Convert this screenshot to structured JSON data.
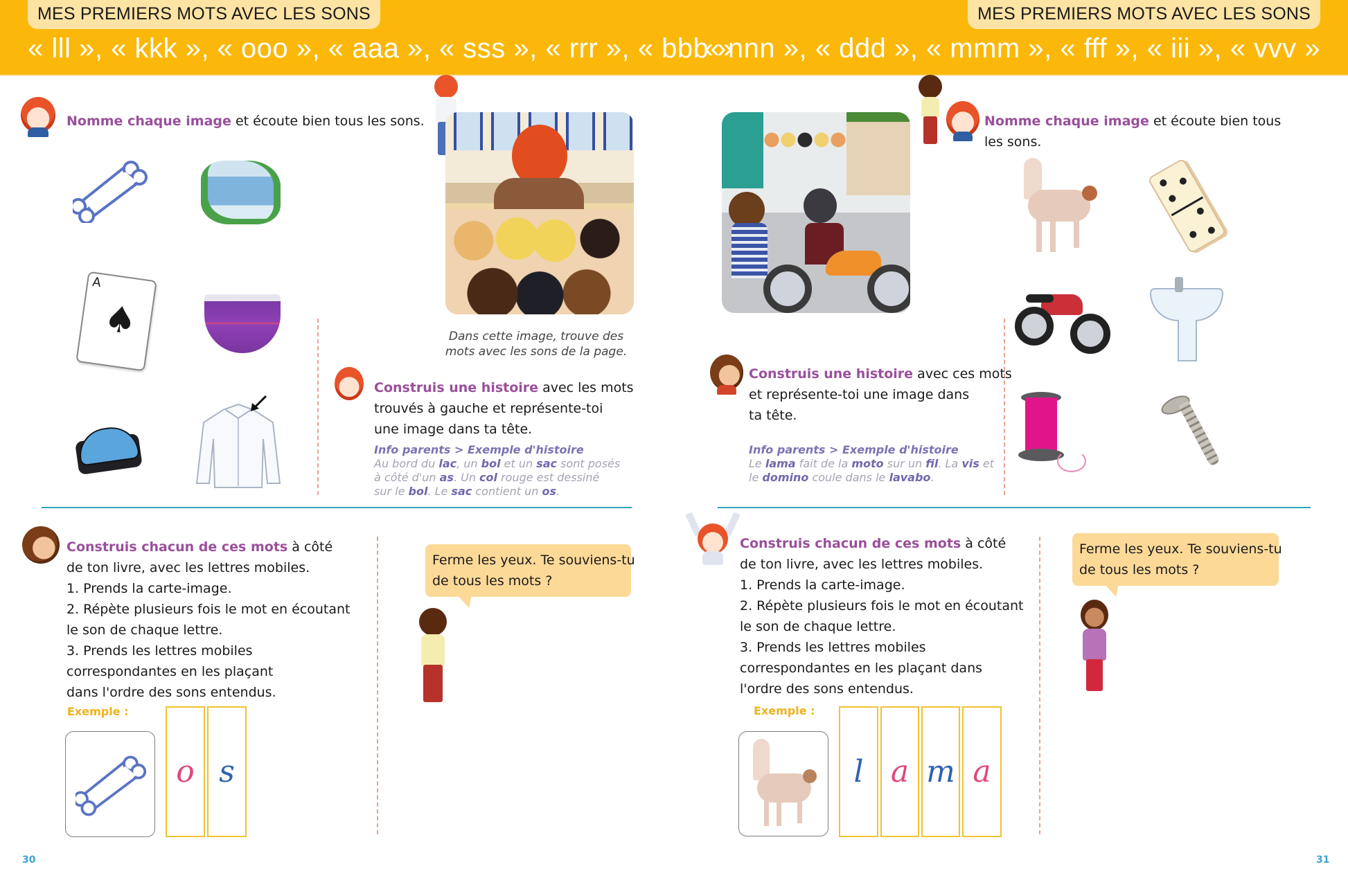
{
  "header": {
    "left": {
      "section_tab": "MES PREMIERS MOTS AVEC LES SONS",
      "sounds": "« lll », « kkk », « ooo », « aaa », « sss », « rrr », « bbb »"
    },
    "right": {
      "section_tab": "MES PREMIERS MOTS AVEC LES SONS",
      "sounds": "« nnn », « ddd », « mmm », « fff », « iii », « vvv »"
    }
  },
  "colors": {
    "header_band": "#fbb80a",
    "header_tab": "#fde3a4",
    "highlight": "#9a4f9b",
    "info_title": "#7a73b3",
    "divider": "#2aa7b5",
    "bubble": "#fdd998",
    "letter_box_border": "#f1c232",
    "exemple": "#f0b21c",
    "page_number": "#3aa3d4",
    "cursive_pink": "#e0477a",
    "cursive_blue": "#2f63b0"
  },
  "left_page": {
    "page_number": "30",
    "name_images": {
      "highlight": "Nomme chaque image",
      "rest": " et écoute bien tous les sons."
    },
    "images": [
      {
        "name": "os",
        "icon": "bone-icon"
      },
      {
        "name": "lac",
        "icon": "lake-icon"
      },
      {
        "name": "as",
        "icon": "ace-of-spades-card-icon"
      },
      {
        "name": "bol",
        "icon": "bowl-icon"
      },
      {
        "name": "sac",
        "icon": "backpack-icon"
      },
      {
        "name": "col",
        "icon": "shirt-collar-icon"
      }
    ],
    "scene_caption": {
      "line1": "Dans cette image, trouve des mots",
      "line2": "avec les sons de la page."
    },
    "story": {
      "highlight": "Construis une histoire",
      "line1_rest": " avec les mots",
      "line2": "trouvés à gauche et représente-toi",
      "line3": "une image dans ta tête."
    },
    "info_parents": {
      "title": "Info parents > Exemple d'histoire",
      "l1": [
        "Au bord du ",
        "lac",
        ", un ",
        "bol",
        " et un ",
        "sac",
        " sont posés"
      ],
      "l2": [
        "à côté d'un ",
        "as",
        ". Un ",
        "col",
        " rouge est dessiné"
      ],
      "l3": [
        "sur le ",
        "bol",
        ". Le ",
        "sac",
        " contient un ",
        "os",
        "."
      ]
    },
    "build": {
      "highlight": "Construis chacun de ces mots",
      "line1_rest": " à côté",
      "lines": [
        "de ton livre, avec les lettres mobiles.",
        "1. Prends la carte-image.",
        "2. Répète plusieurs fois le mot en écoutant",
        "le son de chaque lettre.",
        "3. Prends les lettres mobiles",
        "correspondantes en les plaçant",
        "dans l'ordre des sons entendus."
      ]
    },
    "bubble": {
      "line1": "Ferme les yeux. Te souviens-tu",
      "line2": "de tous les mots ?"
    },
    "example": {
      "label": "Exemple :",
      "word": "os",
      "letters": [
        "o",
        "s"
      ]
    }
  },
  "right_page": {
    "page_number": "31",
    "name_images": {
      "highlight": "Nomme chaque image",
      "line1_rest": " et écoute bien tous",
      "line2": "les sons."
    },
    "images": [
      {
        "name": "lama",
        "icon": "llama-icon"
      },
      {
        "name": "domino",
        "icon": "domino-icon"
      },
      {
        "name": "moto",
        "icon": "motorcycle-icon"
      },
      {
        "name": "lavabo",
        "icon": "sink-icon"
      },
      {
        "name": "fil",
        "icon": "thread-spool-icon"
      },
      {
        "name": "vis",
        "icon": "screw-icon"
      }
    ],
    "story": {
      "highlight": "Construis une histoire",
      "line1_rest": " avec ces mots",
      "line2": "et représente-toi une image dans",
      "line3": "ta tête."
    },
    "info_parents": {
      "title": "Info parents > Exemple d'histoire",
      "l1": [
        "Le ",
        "lama",
        " fait de la ",
        "moto",
        " sur un ",
        "fil",
        ". La ",
        "vis",
        " et"
      ],
      "l2": [
        "le ",
        "domino",
        " coule dans le ",
        "lavabo",
        "."
      ]
    },
    "build": {
      "highlight": "Construis chacun de ces mots",
      "line1_rest": " à côté",
      "lines": [
        "de ton livre, avec les lettres mobiles.",
        "1. Prends la carte-image.",
        "2. Répète plusieurs fois le mot en écoutant",
        "le son de chaque lettre.",
        "3. Prends les lettres mobiles",
        "correspondantes en les plaçant dans",
        "l'ordre des sons entendus."
      ]
    },
    "bubble": {
      "line1": "Ferme les yeux. Te souviens-tu",
      "line2": "de tous les mots ?"
    },
    "example": {
      "label": "Exemple :",
      "word": "lama",
      "letters": [
        "l",
        "a",
        "m",
        "a"
      ]
    }
  }
}
